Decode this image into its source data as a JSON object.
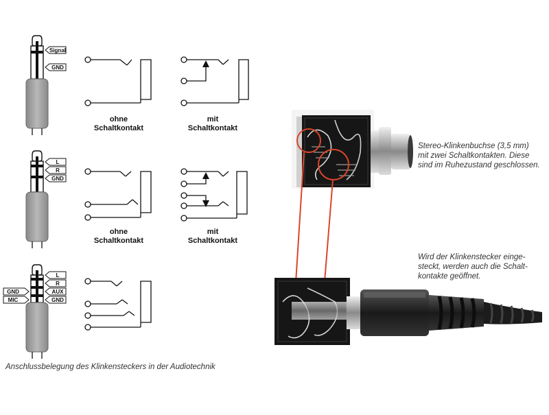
{
  "plug_tags": {
    "mono": [
      "Signal",
      "GND"
    ],
    "stereo": [
      "L",
      "R",
      "GND"
    ],
    "trrs_right": [
      "L",
      "R",
      "AUX",
      "GND"
    ],
    "trrs_left": [
      "GND",
      "MIC"
    ]
  },
  "schematic_labels": {
    "mono_without": [
      "ohne",
      "Schaltkontakt"
    ],
    "mono_with": [
      "mit",
      "Schaltkontakt"
    ],
    "stereo_without": [
      "ohne",
      "Schaltkontakt"
    ],
    "stereo_with": [
      "mit",
      "Schaltkontakt"
    ]
  },
  "captions": {
    "bottom_left": "Anschlussbelegung des Klinkensteckers in der Audiotechnik",
    "socket_lines": [
      "Stereo-Klinkenbuchse (3,5 mm)",
      "mit zwei Schaltkontakten. Diese",
      "sind im Ruhezustand geschlossen."
    ],
    "plugged_lines": [
      "Wird der Klinkenstecker einge-",
      "steckt, werden auch die Schalt-",
      "kontakte geöffnet."
    ]
  },
  "colors": {
    "highlight": "#d9462b",
    "plug_gray": "#9a9a9a",
    "line": "#111111"
  }
}
